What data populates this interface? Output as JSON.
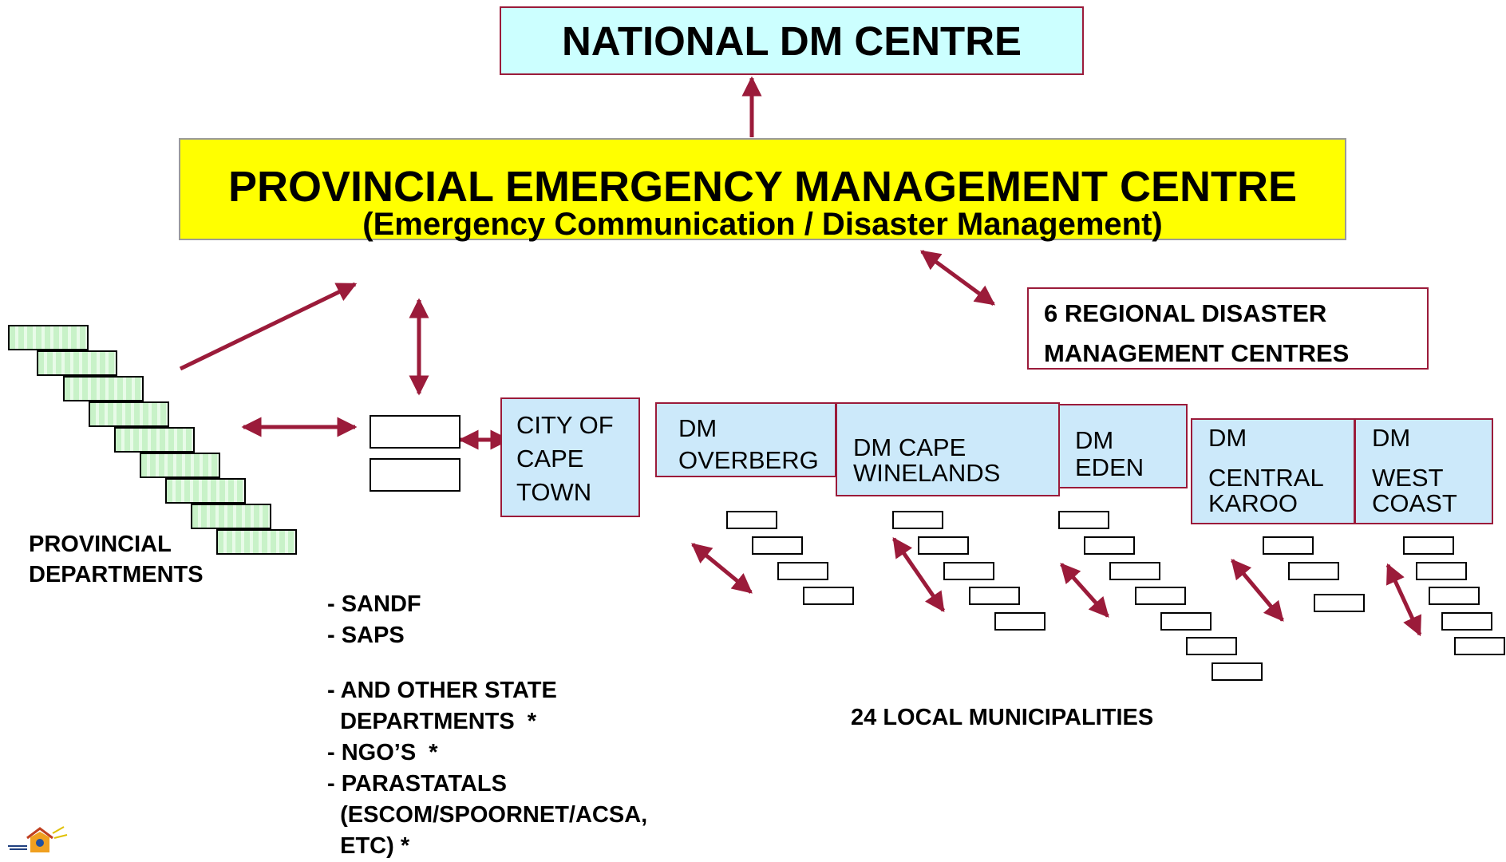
{
  "national": {
    "title": "NATIONAL DM CENTRE"
  },
  "provincial": {
    "title": "PROVINCIAL  EMERGENCY MANAGEMENT CENTRE",
    "subtitle": "(Emergency Communication / Disaster Management)"
  },
  "regional": {
    "line1": "6 REGIONAL DISASTER",
    "line2": "MANAGEMENT CENTRES"
  },
  "city": {
    "l1": "CITY OF",
    "l2": "CAPE",
    "l3": "TOWN"
  },
  "districts": {
    "overberg": {
      "l1": "DM",
      "l2": "OVERBERG"
    },
    "winelands": {
      "l1": "DM CAPE",
      "l2": "WINELANDS"
    },
    "eden": {
      "l1": "DM",
      "l2": "EDEN"
    },
    "karoo": {
      "l1": "DM",
      "l2": "CENTRAL",
      "l3": "KAROO"
    },
    "coast": {
      "l1": "DM",
      "l2": "WEST",
      "l3": "COAST"
    }
  },
  "labels": {
    "provincial_departments_1": "PROVINCIAL",
    "provincial_departments_2": "DEPARTMENTS",
    "sandf": "- SANDF",
    "saps": "- SAPS",
    "other1": "- AND OTHER STATE",
    "other2": "  DEPARTMENTS  *",
    "ngo": "- NGO’S  *",
    "parastatals1": "- PARASTATALS",
    "parastatals2": "  (ESCOM/SPOORNET/ACSA,",
    "parastatals3": "  ETC) *",
    "local": "24 LOCAL MUNICIPALITIES"
  },
  "colors": {
    "arrow": "#9b1b3a",
    "yellow_box": "#ffff00",
    "national_box": "#ccffff",
    "district_box": "#cce9fa"
  }
}
